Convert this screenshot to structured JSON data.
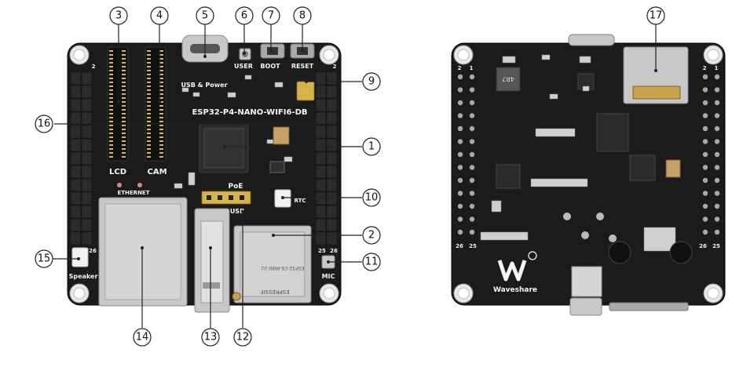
{
  "front": {
    "board_title": "ESP32-P4-NANO-WIFI6-DB",
    "silkscreen": {
      "lcd": "LCD",
      "cam": "CAM",
      "usb_power": "USB & Power",
      "user": "USER",
      "boot": "BOOT",
      "reset": "RESET",
      "ethernet": "ETHERNET",
      "poe": "PoE",
      "usb": "USB",
      "rtc": "RTC",
      "speaker": "Speaker",
      "mic": "MIC",
      "pin_2_left": "2",
      "pin_2_right": "2",
      "pin_26_left": "26",
      "pin_25_right": "25",
      "pin_26_right": "26",
      "module_text": "ESP32-C6-MINI-1U",
      "espressif": "ESPRESSIF"
    },
    "callouts": [
      "3",
      "4",
      "5",
      "6",
      "7",
      "8",
      "9",
      "16",
      "1",
      "10",
      "2",
      "15",
      "11",
      "14",
      "13",
      "12"
    ]
  },
  "back": {
    "silkscreen": {
      "pin_2_left": "2",
      "pin_1_left": "1",
      "pin_2_right": "2",
      "pin_1_right": "1",
      "pin_26_left": "26",
      "pin_25_left": "25",
      "pin_26_right": "26",
      "pin_25_right": "25",
      "brand": "Waveshare",
      "inductor": "4R7"
    },
    "callouts": [
      "17"
    ]
  },
  "colors": {
    "board": "#1b1b1b",
    "silkscreen": "#f4f4f4",
    "gold": "#d6b24a",
    "metal": "#c8c8c8"
  }
}
